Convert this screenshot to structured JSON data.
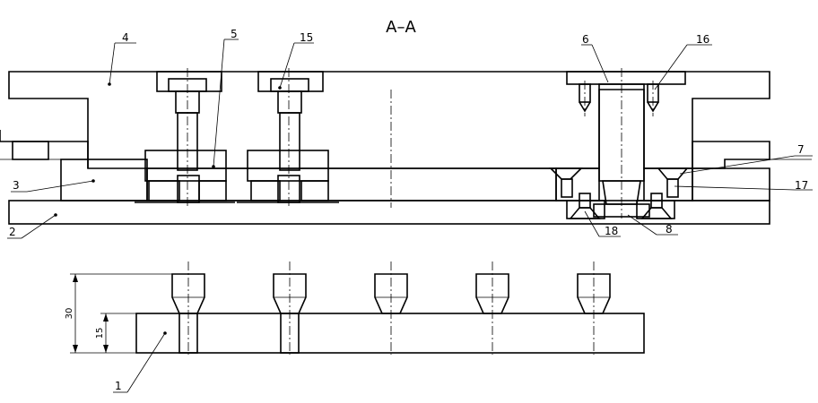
{
  "title": "A–A",
  "part_labels": {
    "p1": "1",
    "p2": "2",
    "p3": "3",
    "p4": "4",
    "p5": "5",
    "p6": "6",
    "p7": "7",
    "p8": "8",
    "p15": "15",
    "p16": "16",
    "p17": "17",
    "p18": "18"
  },
  "dimensions": {
    "height_total": "30",
    "height_base": "15"
  }
}
